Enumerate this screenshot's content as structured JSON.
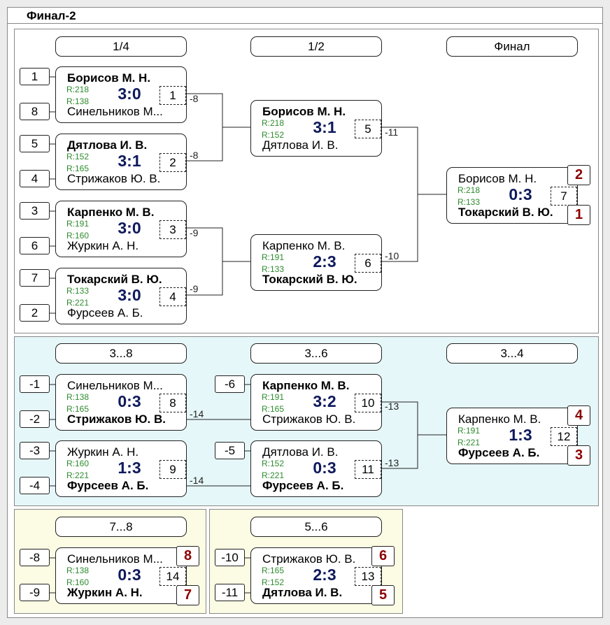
{
  "title": "Финал-2",
  "final": {
    "rounds": [
      "1/4",
      "1/2",
      "Финал"
    ],
    "seeds": [
      "1",
      "8",
      "5",
      "4",
      "3",
      "6",
      "7",
      "2"
    ],
    "matches": [
      {
        "p1": "Борисов М. Н.",
        "r1": "R:218",
        "p2": "Синельников М...",
        "r2": "R:138",
        "score": "3:0",
        "num": "1",
        "loser": "-8"
      },
      {
        "p1": "Дятлова И. В.",
        "r1": "R:152",
        "p2": "Стрижаков Ю. В.",
        "r2": "R:165",
        "score": "3:1",
        "num": "2",
        "loser": "-8"
      },
      {
        "p1": "Карпенко М. В.",
        "r1": "R:191",
        "p2": "Журкин А. Н.",
        "r2": "R:160",
        "score": "3:0",
        "num": "3",
        "loser": "-9"
      },
      {
        "p1": "Токарский В. Ю.",
        "r1": "R:133",
        "p2": "Фурсеев А. Б.",
        "r2": "R:221",
        "score": "3:0",
        "num": "4",
        "loser": "-9"
      },
      {
        "p1": "Борисов М. Н.",
        "r1": "R:218",
        "p2": "Дятлова И. В.",
        "r2": "R:152",
        "score": "3:1",
        "num": "5",
        "loser": "-11"
      },
      {
        "p1": "Карпенко М. В.",
        "r1": "R:191",
        "p2": "Токарский В. Ю.",
        "r2": "R:133",
        "score": "2:3",
        "num": "6",
        "loser": "-10"
      },
      {
        "p1": "Борисов М. Н.",
        "r1": "R:218",
        "p2": "Токарский В. Ю.",
        "r2": "R:133",
        "score": "0:3",
        "num": "7",
        "place1": "2",
        "place2": "1"
      }
    ]
  },
  "places3": {
    "rounds": [
      "3...8",
      "3...6",
      "3...4"
    ],
    "seeds": [
      "-1",
      "-2",
      "-3",
      "-4",
      "-6",
      "-5"
    ],
    "matches": [
      {
        "p1": "Синельников М...",
        "r1": "R:138",
        "p2": "Стрижаков Ю. В.",
        "r2": "R:165",
        "score": "0:3",
        "num": "8",
        "loser": "-14"
      },
      {
        "p1": "Журкин А. Н.",
        "r1": "R:160",
        "p2": "Фурсеев А. Б.",
        "r2": "R:221",
        "score": "1:3",
        "num": "9",
        "loser": "-14"
      },
      {
        "p1": "Карпенко М. В.",
        "r1": "R:191",
        "p2": "Стрижаков Ю. В.",
        "r2": "R:165",
        "score": "3:2",
        "num": "10",
        "loser": "-13"
      },
      {
        "p1": "Дятлова И. В.",
        "r1": "R:152",
        "p2": "Фурсеев А. Б.",
        "r2": "R:221",
        "score": "0:3",
        "num": "11",
        "loser": "-13"
      },
      {
        "p1": "Карпенко М. В.",
        "r1": "R:191",
        "p2": "Фурсеев А. Б.",
        "r2": "R:221",
        "score": "1:3",
        "num": "12",
        "place1": "4",
        "place2": "3"
      }
    ]
  },
  "places7": {
    "round": "7...8",
    "seeds": [
      "-8",
      "-9"
    ],
    "match": {
      "p1": "Синельников М...",
      "r1": "R:138",
      "p2": "Журкин А. Н.",
      "r2": "R:160",
      "score": "0:3",
      "num": "14",
      "place1": "8",
      "place2": "7"
    }
  },
  "places5": {
    "round": "5...6",
    "seeds": [
      "-10",
      "-11"
    ],
    "match": {
      "p1": "Стрижаков Ю. В.",
      "r1": "R:165",
      "p2": "Дятлова И. В.",
      "r2": "R:152",
      "score": "2:3",
      "num": "13",
      "place1": "6",
      "place2": "5"
    }
  }
}
